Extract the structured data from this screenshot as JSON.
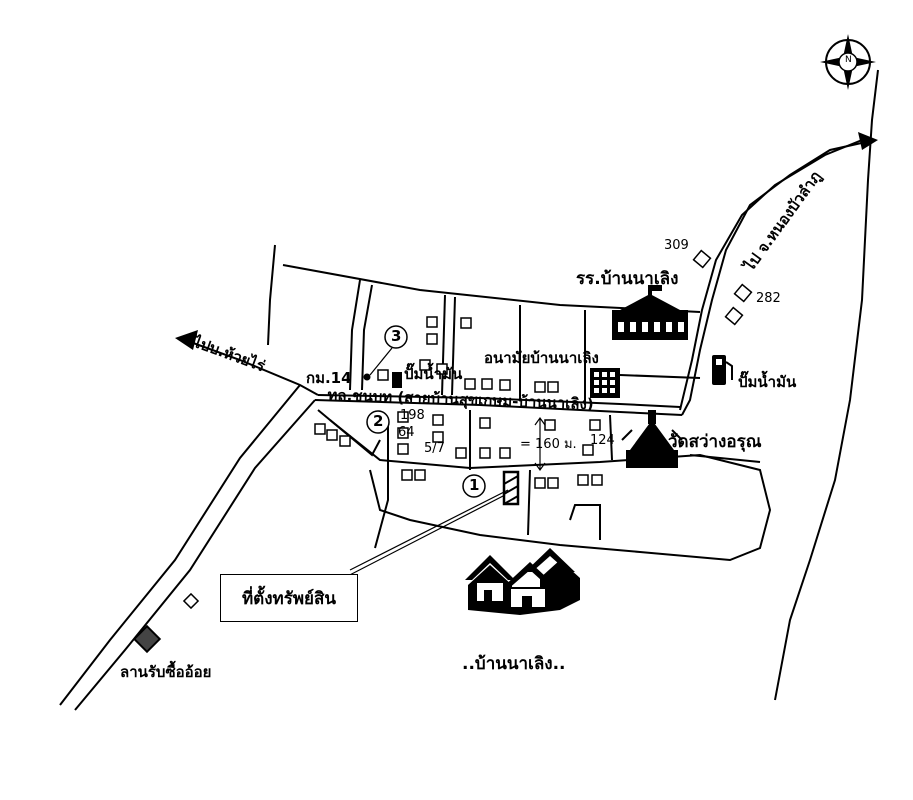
{
  "map": {
    "compass": "N",
    "road_to_huai_rai": "ไปบ.ห้วยไร่",
    "road_to_nong_bua_lam_phu": "ไป จ.หนองบัวลำภู",
    "km_marker": "กม.14",
    "rural_road": "ทล.ชนบท (สายบ้านสุขเกษม-บ้านนาเลิง)",
    "school": "รร.บ้านนาเลิง",
    "health_center": "อนามัยบ้านนาเลิง",
    "gas_station_1": "ปั๊มน้ำมัน",
    "gas_station_2": "ปั๊มน้ำมัน",
    "temple": "วัดสว่างอรุณ",
    "property_location": "ที่ตั้งทรัพย์สิน",
    "village": "..บ้านนาเลิง..",
    "buying_yard": "ลานรับซื้ออ้อย",
    "distance": "= 160 ม.",
    "house_numbers": [
      "309",
      "282",
      "198",
      "64",
      "5/7",
      "124"
    ],
    "markers": [
      "1",
      "2",
      "3"
    ]
  }
}
